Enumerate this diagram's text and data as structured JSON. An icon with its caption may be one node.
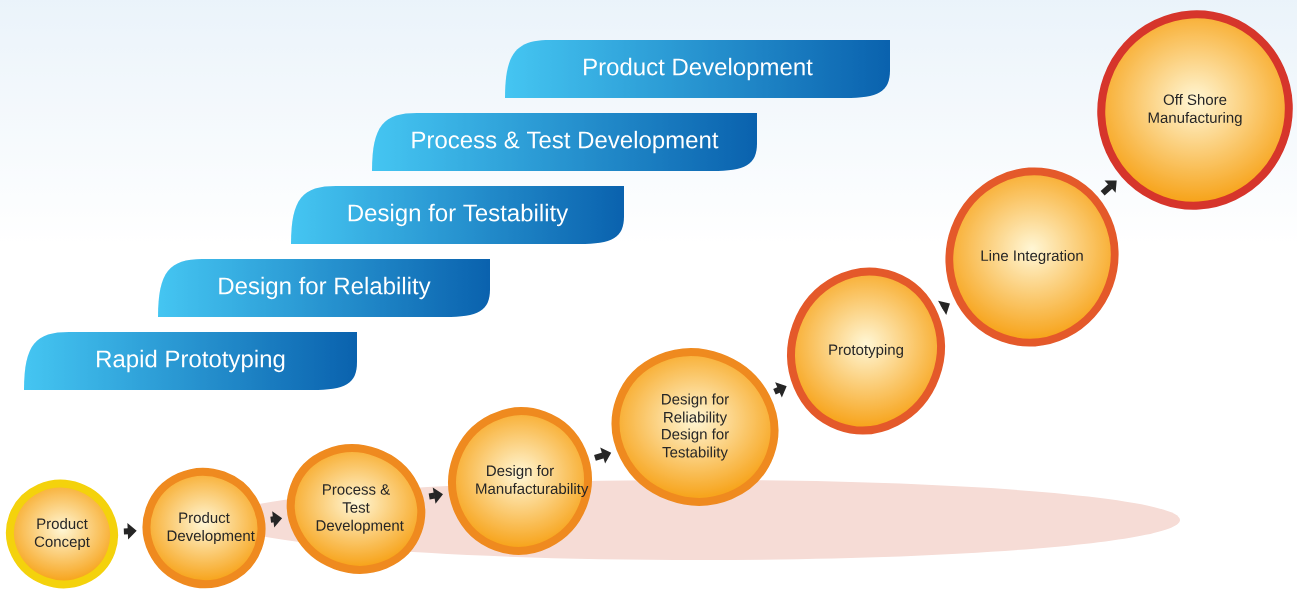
{
  "diagram": {
    "nodes": [
      {
        "text": [
          "Product Development"
        ]
      },
      {
        "text": [
          "Process & Test Development"
        ]
      },
      {
        "text": [
          "Design for Testability"
        ]
      },
      {
        "text": [
          "Design for Relability"
        ]
      },
      {
        "text": [
          "Rapid Prototyping"
        ]
      },
      {
        "text": [
          "Product Concept"
        ]
      },
      {
        "text": [
          "Product Development"
        ]
      },
      {
        "text": [
          "Process & Test Development"
        ]
      },
      {
        "text": [
          "Design for Manufacturability"
        ]
      },
      {
        "text": [
          "Design for Reliability",
          "Design for Testability"
        ]
      },
      {
        "text": [
          "Prototyping"
        ]
      },
      {
        "text": [
          "Line Integration"
        ]
      },
      {
        "text": [
          "Off Shore Manufacturing"
        ]
      }
    ],
    "edges": [
      {
        "from": 5,
        "to": 6,
        "arrow": "to"
      },
      {
        "from": 6,
        "to": 7,
        "arrow": "to"
      },
      {
        "from": 7,
        "to": 8,
        "arrow": "to"
      },
      {
        "from": 8,
        "to": 9,
        "arrow": "to"
      },
      {
        "from": 9,
        "to": 10,
        "arrow": "to"
      },
      {
        "from": 10,
        "to": 11,
        "arrow": "to"
      },
      {
        "from": 11,
        "to": 12,
        "arrow": "to"
      }
    ]
  }
}
